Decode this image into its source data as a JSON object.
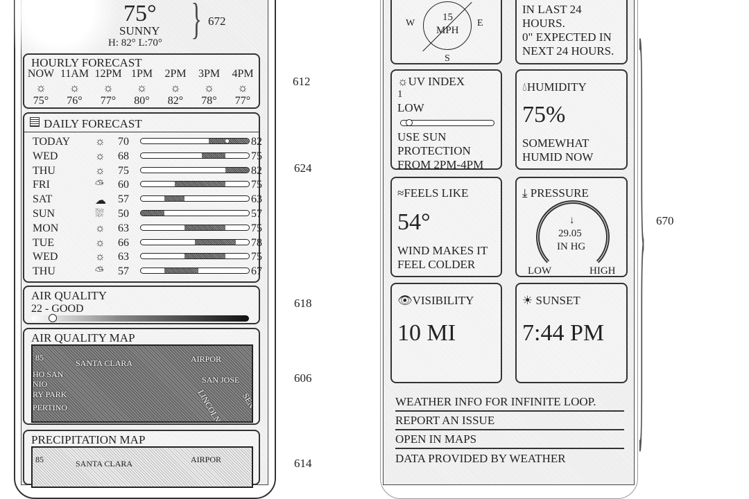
{
  "current": {
    "temp": "75°",
    "condition": "SUNNY",
    "high_low": "H: 82° L:70°"
  },
  "hourly": {
    "title": "HOURLY FORECAST",
    "items": [
      {
        "time": "NOW",
        "icon": "sun-icon",
        "temp": "75°"
      },
      {
        "time": "11AM",
        "icon": "sun-icon",
        "temp": "76°"
      },
      {
        "time": "12PM",
        "icon": "sun-icon",
        "temp": "77°"
      },
      {
        "time": "1PM",
        "icon": "sun-icon",
        "temp": "80°"
      },
      {
        "time": "2PM",
        "icon": "sun-icon",
        "temp": "82°"
      },
      {
        "time": "3PM",
        "icon": "sun-icon",
        "temp": "78°"
      },
      {
        "time": "4PM",
        "icon": "sun-icon",
        "temp": "77°"
      }
    ]
  },
  "daily": {
    "title": "DAILY FORECAST",
    "scale": [
      50,
      82
    ],
    "items": [
      {
        "day": "TODAY",
        "icon": "sun-icon",
        "low": "70",
        "high": "82",
        "current": 75
      },
      {
        "day": "WED",
        "icon": "sun-icon",
        "low": "68",
        "high": "75"
      },
      {
        "day": "THU",
        "icon": "sun-icon",
        "low": "75",
        "high": "82"
      },
      {
        "day": "FRI",
        "icon": "partly-cloudy-icon",
        "low": "60",
        "high": "75"
      },
      {
        "day": "SAT",
        "icon": "cloud-icon",
        "low": "57",
        "high": "63"
      },
      {
        "day": "SUN",
        "icon": "rain-icon",
        "low": "50",
        "high": "57"
      },
      {
        "day": "MON",
        "icon": "sun-icon",
        "low": "63",
        "high": "75"
      },
      {
        "day": "TUE",
        "icon": "sun-icon",
        "low": "66",
        "high": "78"
      },
      {
        "day": "WED",
        "icon": "sun-icon",
        "low": "63",
        "high": "75"
      },
      {
        "day": "THU",
        "icon": "partly-cloudy-icon",
        "low": "57",
        "high": "67"
      }
    ]
  },
  "air_quality": {
    "title": "AIR QUALITY",
    "value": "22 - GOOD",
    "level": 0.08
  },
  "aq_map": {
    "title": "AIR QUALITY MAP",
    "labels": [
      "SANTA CLARA",
      "AIRPOR",
      "SAN JOSE",
      "HO SAN",
      "NIO",
      "RY PARK",
      "PERTINO",
      "LINCOLN",
      "SEN",
      "85"
    ]
  },
  "precip_map": {
    "title": "PRECIPITATION MAP",
    "labels": [
      "SANTA CLARA",
      "AIRPOR",
      "85"
    ]
  },
  "wind": {
    "speed": "15",
    "unit": "MPH",
    "w": "W",
    "e": "E",
    "s": "S"
  },
  "precipitation": {
    "lines": [
      "IN LAST 24",
      "HOURS.",
      "0\" EXPECTED IN",
      "NEXT 24 HOURS."
    ]
  },
  "uv": {
    "title": "UV INDEX",
    "value": "1",
    "level_text": "LOW",
    "level": 0.05,
    "note": [
      "USE SUN",
      "PROTECTION",
      "FROM 2PM-4PM"
    ]
  },
  "humidity": {
    "title": "HUMIDITY",
    "value": "75%",
    "note": [
      "SOMEWHAT",
      "HUMID NOW"
    ]
  },
  "feels_like": {
    "title": "FEELS LIKE",
    "value": "54°",
    "note": [
      "WIND MAKES IT",
      "FEEL COLDER"
    ]
  },
  "pressure": {
    "title": "PRESSURE",
    "value": "29.05",
    "unit": "IN HG",
    "low": "LOW",
    "high": "HIGH"
  },
  "visibility": {
    "title": "VISIBILITY",
    "value": "10 MI"
  },
  "sunset": {
    "title": "SUNSET",
    "value": "7:44 PM"
  },
  "footer": {
    "links": [
      "WEATHER INFO FOR INFINITE LOOP.",
      "REPORT AN ISSUE",
      "OPEN IN MAPS",
      "DATA PROVIDED BY WEATHER"
    ]
  },
  "refs": {
    "r672": "672",
    "r612": "612",
    "r624": "624",
    "r618": "618",
    "r606": "606",
    "r614": "614",
    "r670": "670"
  }
}
